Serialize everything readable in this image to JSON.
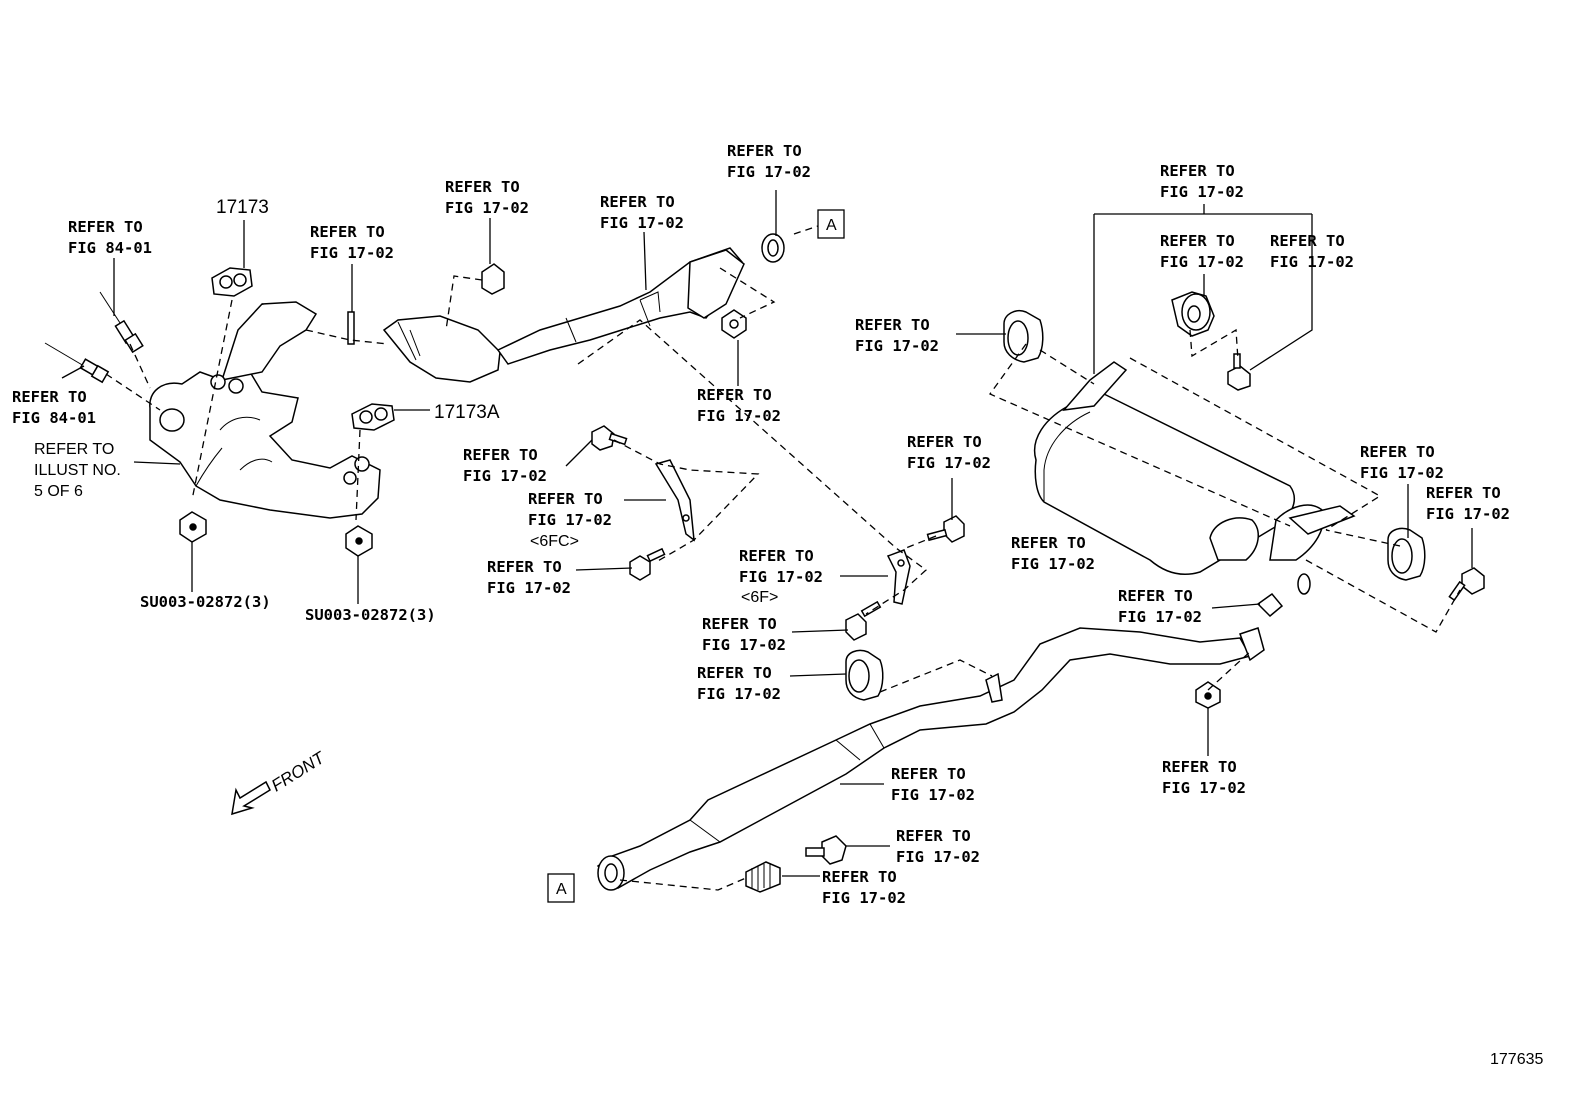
{
  "refer_labels": [
    {
      "line1": "REFER TO",
      "line2": "FIG 17-02"
    },
    {
      "line1": "REFER TO",
      "line2": "FIG 17-02"
    },
    {
      "line1": "REFER TO",
      "line2": "FIG 17-02"
    },
    {
      "line1": "REFER TO",
      "line2": "FIG 17-02"
    },
    {
      "line1": "REFER TO",
      "line2": "FIG 17-02"
    },
    {
      "line1": "REFER TO",
      "line2": "FIG 17-02"
    },
    {
      "line1": "REFER TO",
      "line2": "FIG 17-02"
    },
    {
      "line1": "REFER TO",
      "line2": "FIG 17-02"
    },
    {
      "line1": "REFER TO",
      "line2": "FIG 17-02"
    },
    {
      "line1": "REFER TO",
      "line2": "FIG 17-02"
    },
    {
      "line1": "REFER TO",
      "line2": "FIG 17-02"
    },
    {
      "line1": "REFER TO",
      "line2": "FIG 17-02"
    },
    {
      "line1": "REFER TO",
      "line2": "FIG 17-02"
    },
    {
      "line1": "REFER TO",
      "line2": "FIG 17-02"
    },
    {
      "line1": "REFER TO",
      "line2": "FIG 17-02"
    },
    {
      "line1": "REFER TO",
      "line2": "FIG 17-02"
    },
    {
      "line1": "REFER TO",
      "line2": "FIG 17-02"
    },
    {
      "line1": "REFER TO",
      "line2": "FIG 17-02"
    },
    {
      "line1": "REFER TO",
      "line2": "FIG 17-02"
    },
    {
      "line1": "REFER TO",
      "line2": "FIG 17-02"
    },
    {
      "line1": "REFER TO",
      "line2": "FIG 17-02"
    },
    {
      "line1": "REFER TO",
      "line2": "FIG 17-02"
    },
    {
      "line1": "REFER TO",
      "line2": "FIG 17-02"
    },
    {
      "line1": "REFER TO",
      "line2": "FIG 84-01"
    },
    {
      "line1": "REFER TO",
      "line2": "FIG 84-01"
    }
  ],
  "variant_labels": {
    "bracket_6fc": "<6FC>",
    "bracket_6f": "<6F>"
  },
  "illust_ref": {
    "line1": "REFER TO",
    "line2": "ILLUST NO.",
    "line3": "5 OF 6"
  },
  "part_numbers": {
    "gasket_upper": "17173",
    "gasket_lower": "17173A",
    "nut_left": "SU003-02872(3)",
    "nut_right": "SU003-02872(3)"
  },
  "connector_marks": {
    "top": "A",
    "bottom": "A"
  },
  "front_indicator": "FRONT",
  "figure_number": "177635"
}
